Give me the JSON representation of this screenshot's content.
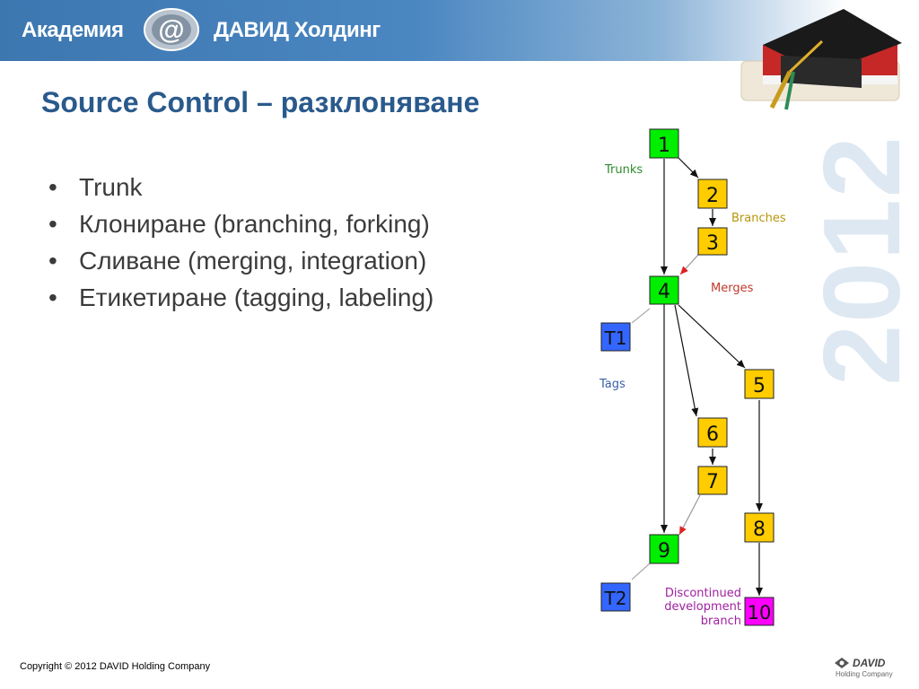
{
  "header": {
    "brand_left": "Академия",
    "brand_right": "ДАВИД Холдинг"
  },
  "watermark_year": "2012",
  "slide": {
    "title": "Source Control – разклоняване",
    "bullets": [
      "Trunk",
      "Клониране (branching, forking)",
      "Сливане (merging, integration)",
      "Етикетиране (tagging, labeling)"
    ]
  },
  "diagram": {
    "nodes": {
      "n1": "1",
      "n2": "2",
      "n3": "3",
      "n4": "4",
      "n5": "5",
      "n6": "6",
      "n7": "7",
      "n8": "8",
      "n9": "9",
      "n10": "10",
      "t1": "T1",
      "t2": "T2"
    },
    "labels": {
      "trunks": "Trunks",
      "branches": "Branches",
      "merges": "Merges",
      "tags": "Tags",
      "discontinued_1": "Discontinued",
      "discontinued_2": "development",
      "discontinued_3": "branch"
    },
    "colors": {
      "trunk": "#00ee00",
      "branch": "#ffcc00",
      "tag": "#3366ff",
      "discontinued": "#ff00ff",
      "trunks_label": "#2e8b2e",
      "branches_label": "#b8960c",
      "merges_label": "#c0392b",
      "tags_label": "#3a5fa8",
      "discontinued_label": "#a020a0"
    }
  },
  "footer": {
    "copyright": "Copyright © 2012 DAVID Holding Company",
    "logo_word": "DAVID",
    "logo_sub": "Holding Company"
  }
}
